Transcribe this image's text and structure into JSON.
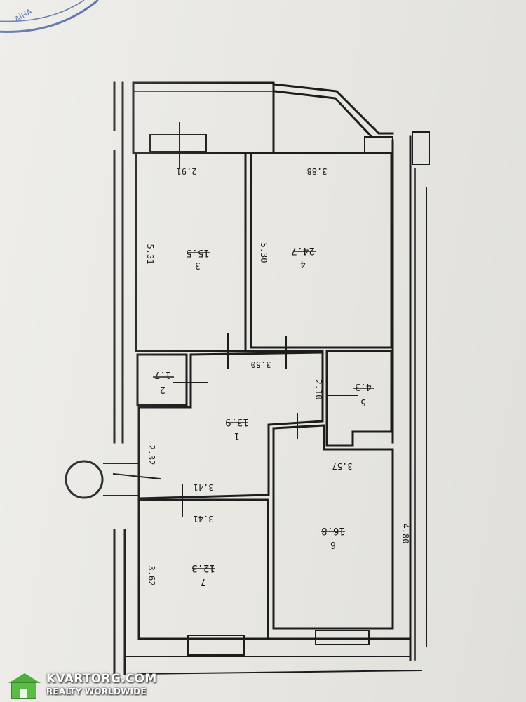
{
  "stamp": {
    "fragment": "АЇНА"
  },
  "rooms": [
    {
      "id": "room-3",
      "number": "3",
      "area": "15.5",
      "width": "2.91",
      "length": "5.31"
    },
    {
      "id": "room-4",
      "number": "4",
      "area": "24.7",
      "width": "3.88",
      "length": "5.30"
    },
    {
      "id": "room-2",
      "number": "2",
      "area": "1.7"
    },
    {
      "id": "room-1",
      "number": "1",
      "area": "13.9",
      "width": "3.50",
      "length": "2.32",
      "lower_width": "3.41"
    },
    {
      "id": "room-5",
      "number": "5",
      "area": "4.3",
      "length": "2.10"
    },
    {
      "id": "room-6",
      "number": "6",
      "area": "16.8",
      "width": "3.57",
      "length": "4.80"
    },
    {
      "id": "room-7",
      "number": "7",
      "area": "12.3",
      "width": "3.41",
      "length": "3.62"
    }
  ],
  "watermark": {
    "name": "KVARTORG.COM",
    "tagline": "REALTY WORLDWIDE"
  }
}
